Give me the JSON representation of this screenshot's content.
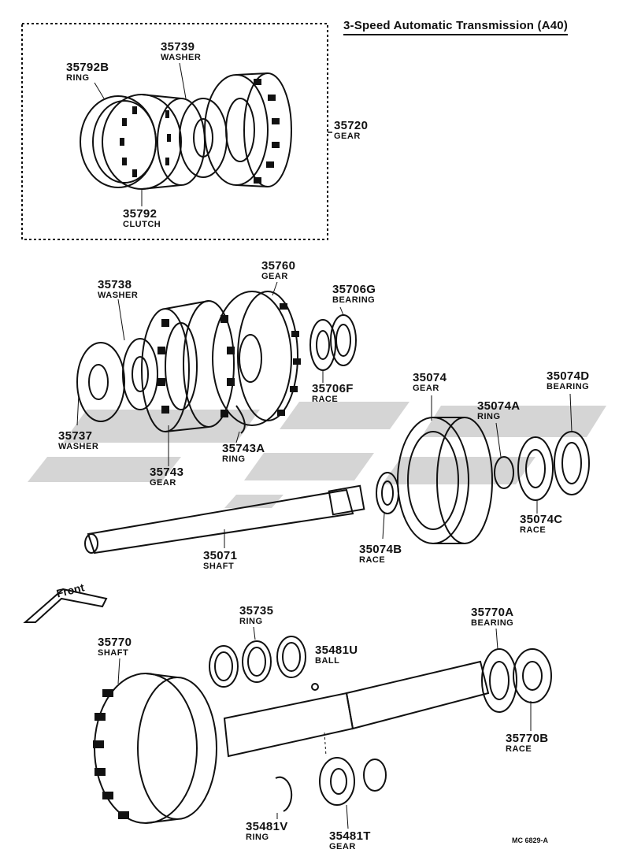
{
  "title": "3-Speed Automatic Transmission (A40)",
  "diagram_code": "MC 6829-A",
  "front_label": "Front",
  "watermark_color": "#c8c8c8",
  "ink_color": "#111111",
  "parts": [
    {
      "id": "35792B",
      "name": "RING"
    },
    {
      "id": "35739",
      "name": "WASHER"
    },
    {
      "id": "35720",
      "name": "GEAR"
    },
    {
      "id": "35792",
      "name": "CLUTCH"
    },
    {
      "id": "35738",
      "name": "WASHER"
    },
    {
      "id": "35760",
      "name": "GEAR"
    },
    {
      "id": "35706G",
      "name": "BEARING"
    },
    {
      "id": "35706F",
      "name": "RACE"
    },
    {
      "id": "35074",
      "name": "GEAR"
    },
    {
      "id": "35074D",
      "name": "BEARING"
    },
    {
      "id": "35074A",
      "name": "RING"
    },
    {
      "id": "35737",
      "name": "WASHER"
    },
    {
      "id": "35743A",
      "name": "RING"
    },
    {
      "id": "35743",
      "name": "GEAR"
    },
    {
      "id": "35074C",
      "name": "RACE"
    },
    {
      "id": "35071",
      "name": "SHAFT"
    },
    {
      "id": "35074B",
      "name": "RACE"
    },
    {
      "id": "35735",
      "name": "RING"
    },
    {
      "id": "35770A",
      "name": "BEARING"
    },
    {
      "id": "35770",
      "name": "SHAFT"
    },
    {
      "id": "35481U",
      "name": "BALL"
    },
    {
      "id": "35770B",
      "name": "RACE"
    },
    {
      "id": "35481V",
      "name": "RING"
    },
    {
      "id": "35481T",
      "name": "GEAR"
    }
  ]
}
